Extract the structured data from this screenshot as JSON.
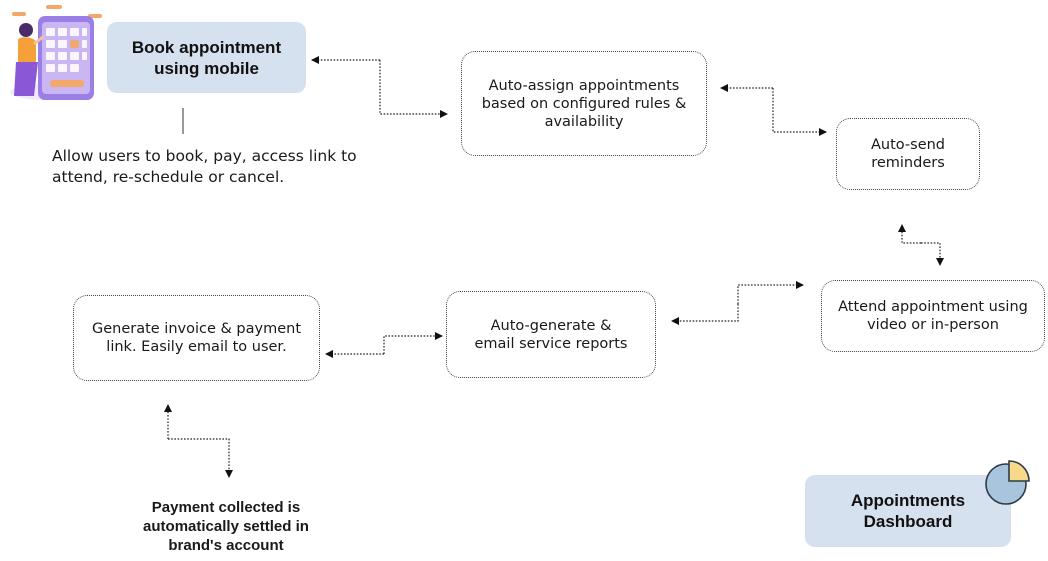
{
  "book": {
    "title": "Book appointment using mobile"
  },
  "book_note": "Allow users to book, pay, access link to attend, re-schedule or cancel.",
  "steps": {
    "auto_assign": "Auto-assign appointments based on configured rules & availability",
    "auto_send": "Auto-send reminders",
    "attend": "Attend appointment using video or in-person",
    "reports": "Auto-generate & email service reports",
    "invoice": "Generate invoice & payment link. Easily email to user."
  },
  "payment_note": "Payment collected is automatically settled in brand's account",
  "dashboard": {
    "title": "Appointments Dashboard"
  },
  "colors": {
    "highlight": "#d6e1ef",
    "pie_blue": "#a9c4dd",
    "pie_yellow": "#f6d98a",
    "phone": "#9b7fe6",
    "person": "#8a58d6"
  }
}
